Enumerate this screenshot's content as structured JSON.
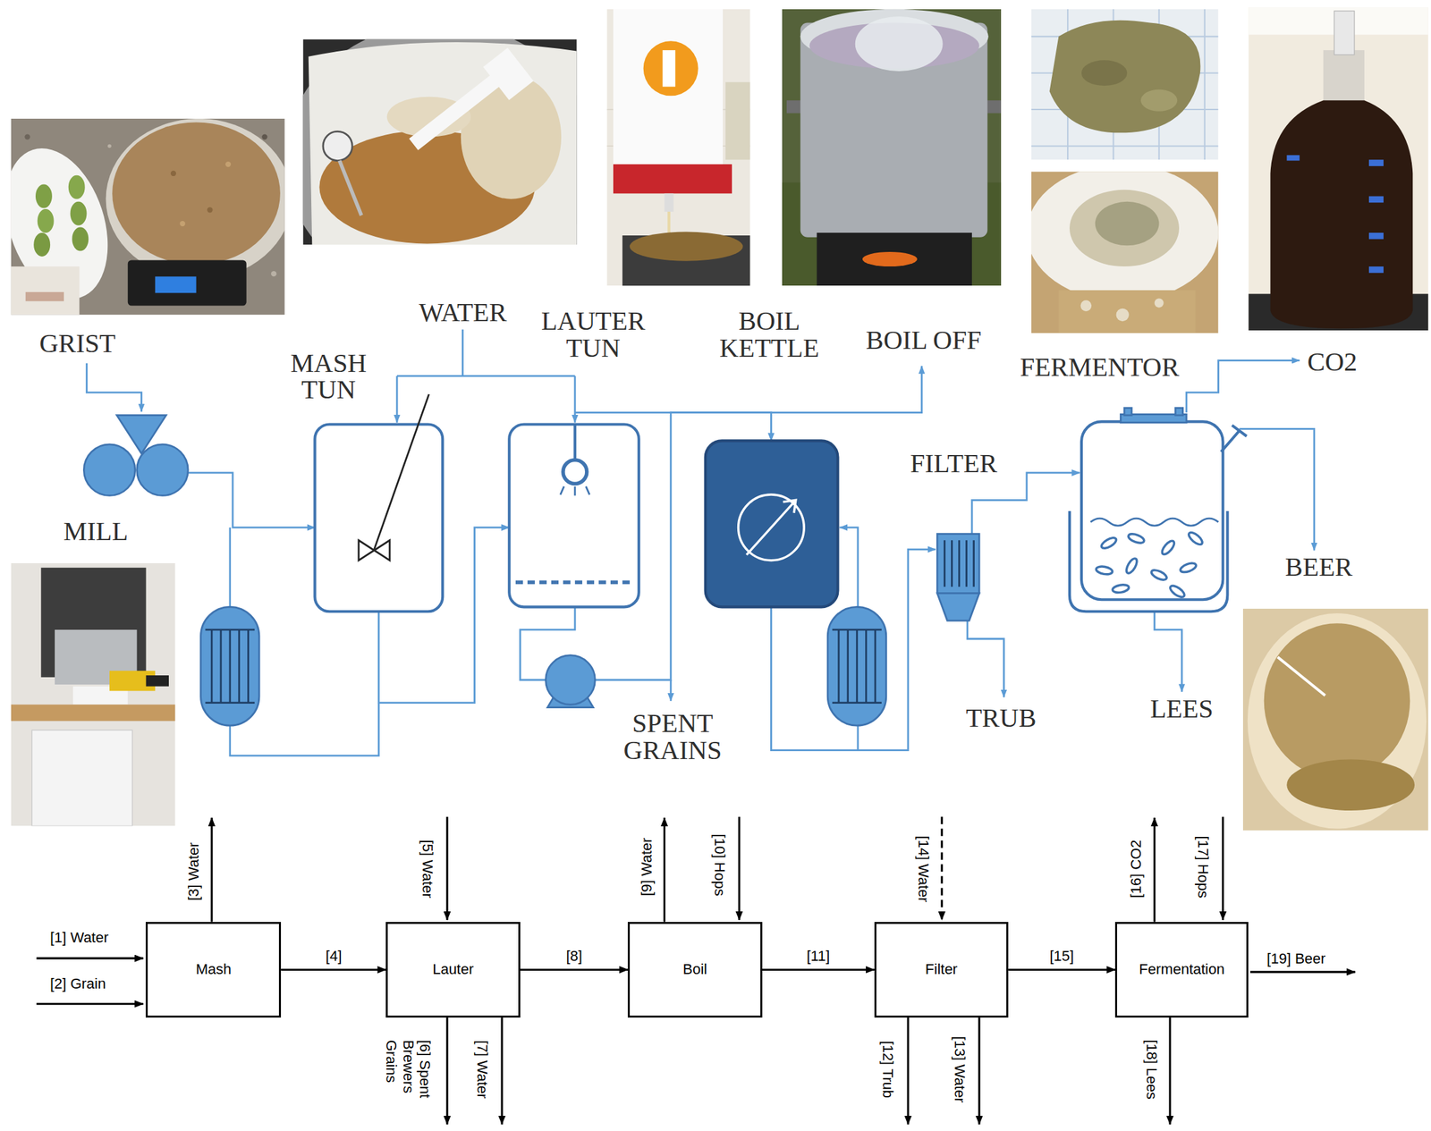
{
  "diagram": {
    "nodes": [
      {
        "text": [
          "MILL"
        ]
      },
      {
        "text": [
          "MASH TUN"
        ]
      },
      {
        "text": [
          "LAUTER TUN"
        ]
      },
      {
        "text": [
          "BOIL KETTLE"
        ]
      },
      {
        "text": [
          "FILTER"
        ]
      },
      {
        "text": [
          "FERMENTOR"
        ]
      },
      {
        "text": [
          "Mash"
        ]
      },
      {
        "text": [
          "Lauter"
        ]
      },
      {
        "text": [
          "Boil"
        ]
      },
      {
        "text": [
          "Filter"
        ]
      },
      {
        "text": [
          "Fermentation"
        ]
      }
    ],
    "edges": [
      {
        "from": 0,
        "to": 1,
        "arrow": "to"
      },
      {
        "from": 1,
        "to": 2,
        "arrow": "to"
      },
      {
        "from": 2,
        "to": 3,
        "arrow": "to"
      },
      {
        "from": 3,
        "to": 4,
        "arrow": "to"
      },
      {
        "from": 4,
        "to": 5,
        "arrow": "to"
      },
      {
        "from": 6,
        "to": 7,
        "label": "[4]",
        "arrow": "to"
      },
      {
        "from": 7,
        "to": 8,
        "label": "[8]",
        "arrow": "to"
      },
      {
        "from": 8,
        "to": 9,
        "label": "[11]",
        "arrow": "to"
      },
      {
        "from": 9,
        "to": 10,
        "label": "[15]",
        "arrow": "to"
      }
    ],
    "labels": [
      "GRIST",
      "WATER",
      "BOIL OFF",
      "CO2",
      "BEER",
      "SPENT GRAINS",
      "TRUB",
      "LEES",
      "[1] Water",
      "[2] Grain",
      "[3] Water",
      "[5] Water",
      "[6] Spent Brewers Grains",
      "[7] Water",
      "[9] Water",
      "[10] Hops",
      "[12] Trub",
      "[13] Water",
      "[14] Water",
      "[16] CO2",
      "[17] Hops",
      "[18] Lees",
      "[19] Beer"
    ]
  }
}
